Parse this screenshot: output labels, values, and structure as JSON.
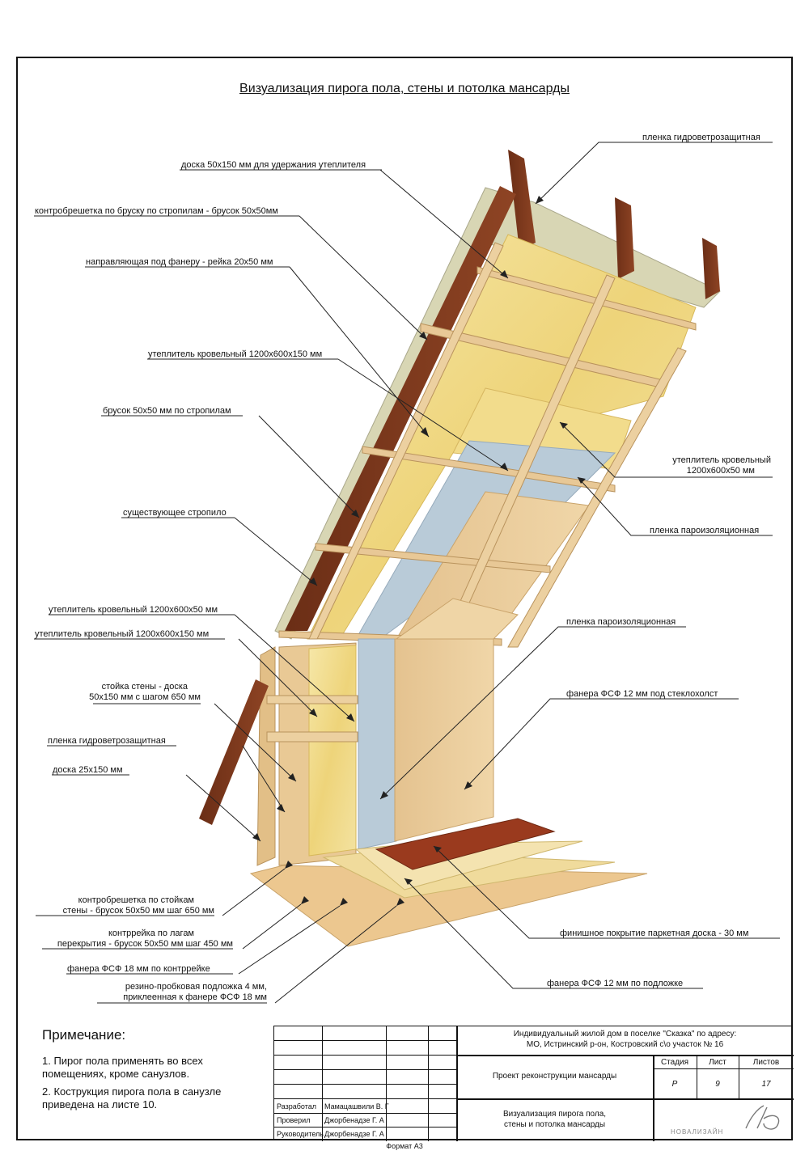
{
  "title": "Визуализация пирога пола, стены и потолка мансарды",
  "labels": {
    "l1": "пленка гидроветрозащитная",
    "l2": "доска 50х150 мм для удержания утеплителя",
    "l3": "контробрешетка по бруску по стропилам - брусок 50х50мм",
    "l4": "направляющая под фанеру - рейка 20х50 мм",
    "l5": "утеплитель кровельный 1200х600х150 мм",
    "l6": "брусок 50х50 мм по стропилам",
    "l7a": "утеплитель кровельный",
    "l7b": "1200х600х50 мм",
    "l8": "пленка пароизоляционная",
    "l9": "существующее стропило",
    "l10": "утеплитель кровельный 1200х600х50 мм",
    "l11": "утеплитель кровельный 1200х600х150 мм",
    "l12": "пленка пароизоляционная",
    "l13a": "стойка стены  - доска",
    "l13b": "50х150 мм с шагом 650 мм",
    "l14": "фанера ФСФ 12 мм  под стеклохолст",
    "l15": "пленка гидроветрозащитная",
    "l16": "доска 25х150 мм",
    "l17a": "контробрешетка по стойкам",
    "l17b": "стены - брусок 50х50 мм шаг 650 мм",
    "l18a": "контррейка по лагам",
    "l18b": "перекрытия - брусок 50х50 мм шаг 450 мм",
    "l19": "финишное покрытие паркетная доска - 30 мм",
    "l20": "фанера ФСФ 18 мм по контррейке",
    "l21a": "резино-пробковая подложка 4 мм,",
    "l21b": "приклеенная к фанере ФСФ 18 мм",
    "l22": "фанера ФСФ 12 мм по подложке"
  },
  "notes": {
    "heading": "Примечание:",
    "n1": "1. Пирог пола применять во всех помещениях, кроме санузлов.",
    "n2": "2. Кострукция пирога пола в санузле приведена на листе 10."
  },
  "stamp": {
    "project_line1": "Индивидуальный жилой дом в поселке \"Сказка\" по адресу:",
    "project_line2": "МО, Истринский р-он, Костровский с\\о участок № 16",
    "work": "Проект реконструкции мансарды",
    "stage_h": "Стадия",
    "sheet_h": "Лист",
    "sheets_h": "Листов",
    "stage": "Р",
    "sheet": "9",
    "sheets": "17",
    "drawing_line1": "Визуализация пирога пола,",
    "drawing_line2": "стены и потолка мансарды",
    "r1_role": "Разработал",
    "r1_name": "Мамацашвили В. Г",
    "r2_role": "Проверил",
    "r2_name": "Джорбенадзе Г. А",
    "r3_role": "Руководитель",
    "r3_name": "Джорбенадзе Г. А",
    "logo": "НОВАЛИЗАЙН"
  },
  "format": "Формат А3"
}
